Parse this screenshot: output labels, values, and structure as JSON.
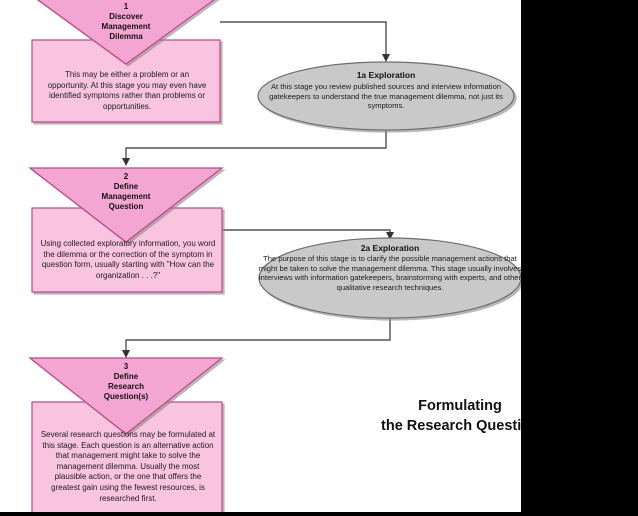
{
  "stages": [
    {
      "id": "1",
      "number": "1",
      "title": "Discover\nManagement\nDilemma",
      "description": "This may be either a problem or an opportunity.  At this stage you may even have identified symptoms rather than problems or opportunities."
    },
    {
      "id": "2",
      "number": "2",
      "title": "Define\nManagement\nQuestion",
      "description": "Using collected exploratory information, you word the dilemma or the correction of the symptom in question form, usually starting with \"How can the organization . . .?\""
    },
    {
      "id": "3",
      "number": "3",
      "title": "Define\nResearch\nQuestion(s)",
      "description": "Several research questions may be formulated at this stage.  Each question is an alternative action that management might take to solve the management dilemma.  Usually the most plausible action, or the one that offers the greatest gain using the fewest resources, is researched first."
    }
  ],
  "explorations": [
    {
      "id": "1a",
      "title": "1a Exploration",
      "description": "At this stage you review published sources and interview information gatekeepers to understand the true management dilemma, not just its symptoms."
    },
    {
      "id": "2a",
      "title": "2a Exploration",
      "description": "The purpose of this stage is to clarify the possible management actions that might be taken to solve the management dilemma.  This stage usually involves interviews with information gatekeepers, brainstorming with experts, and other qualitative research techniques."
    }
  ],
  "caption": {
    "line1": "Formulating",
    "line2": "the Research Question"
  },
  "colors": {
    "pink_fill": "#f4a6d2",
    "pink_box": "#f8c4e0",
    "pink_stroke": "#c0468a",
    "gray_fill": "#c9c9c9",
    "gray_stroke": "#6e6e6e",
    "connector": "#333333"
  }
}
